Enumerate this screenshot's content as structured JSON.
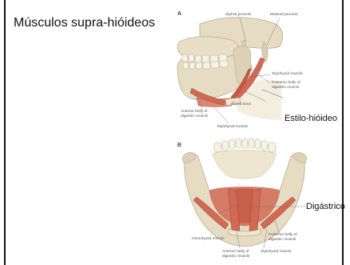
{
  "slide": {
    "title": "Músculos supra-hióideos",
    "callouts": {
      "stylohyoid": "Estilo-hióideo",
      "digastric": "Digástrico"
    }
  },
  "figure_a": {
    "letter": "A",
    "labels": {
      "styloid_process": "Styloid process",
      "mastoid_process": "Mastoid process",
      "stylohyoid_muscle": "Stylohyoid muscle",
      "posterior_belly_1": "Posterior belly of",
      "posterior_belly_2": "digastric muscle",
      "anterior_belly_1": "Anterior belly of",
      "anterior_belly_2": "digastric muscle",
      "hyoid_bone": "Hyoid bone",
      "mylohyoid_muscle": "Mylohyoid muscle"
    }
  },
  "figure_b": {
    "letter": "B",
    "labels": {
      "geniohyoid_muscle": "Geniohyoid muscle",
      "posterior_belly_1": "Posterior belly of",
      "posterior_belly_2": "digastric muscle",
      "anterior_belly_1": "Anterior belly of",
      "anterior_belly_2": "digastric muscle",
      "stylohyoid_muscle": "Stylohyoid muscle"
    }
  },
  "colors": {
    "bone": "#e6dcc3",
    "bone_shadow": "#c9bc9c",
    "muscle": "#d06a55",
    "muscle_dark": "#b04a38",
    "tooth": "#f6f2e6",
    "leader": "#666666"
  }
}
